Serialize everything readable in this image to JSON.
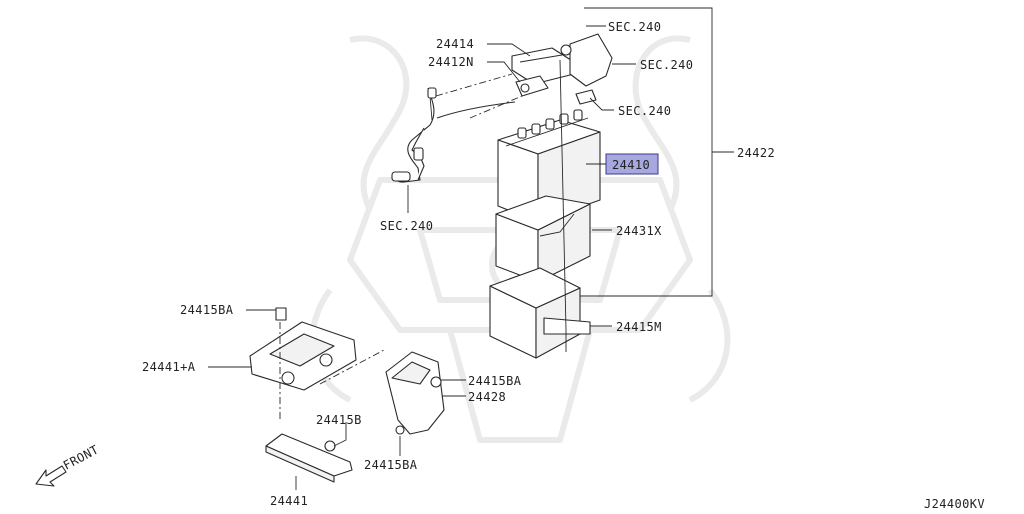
{
  "diagram": {
    "labels": {
      "l_24414": "24414",
      "l_24412N": "24412N",
      "l_sec240_a": "SEC.240",
      "l_sec240_b": "SEC.240",
      "l_sec240_c": "SEC.240",
      "l_sec240_d": "SEC.240",
      "l_24410": "24410",
      "l_24422": "24422",
      "l_24431X": "24431X",
      "l_24415M": "24415M",
      "l_24415BA_a": "24415BA",
      "l_24441A": "24441+A",
      "l_24415BA_b": "24415BA",
      "l_24428": "24428",
      "l_24415B": "24415B",
      "l_24415BA_c": "24415BA",
      "l_24441": "24441",
      "front": "FRONT",
      "code": "J24400KV"
    },
    "highlight_color": "#a8a8e0"
  }
}
